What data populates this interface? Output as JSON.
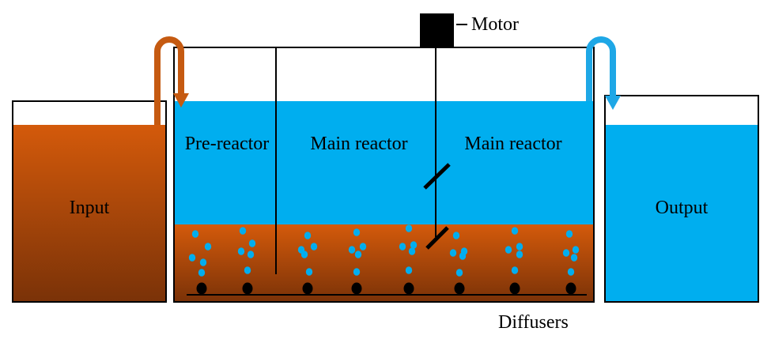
{
  "labels": {
    "motor": "Motor",
    "input": "Input",
    "output": "Output",
    "pre_reactor": "Pre-reactor",
    "main_reactor_1": "Main reactor",
    "main_reactor_2": "Main reactor",
    "diffusers": "Diffusers"
  },
  "colors": {
    "sludge_dark": "#7a3208",
    "sludge_light": "#d45a0b",
    "water": "#00aeef",
    "inlet_pipe": "#c55a11",
    "outlet_pipe": "#1ea7e6",
    "outline": "#000000"
  }
}
